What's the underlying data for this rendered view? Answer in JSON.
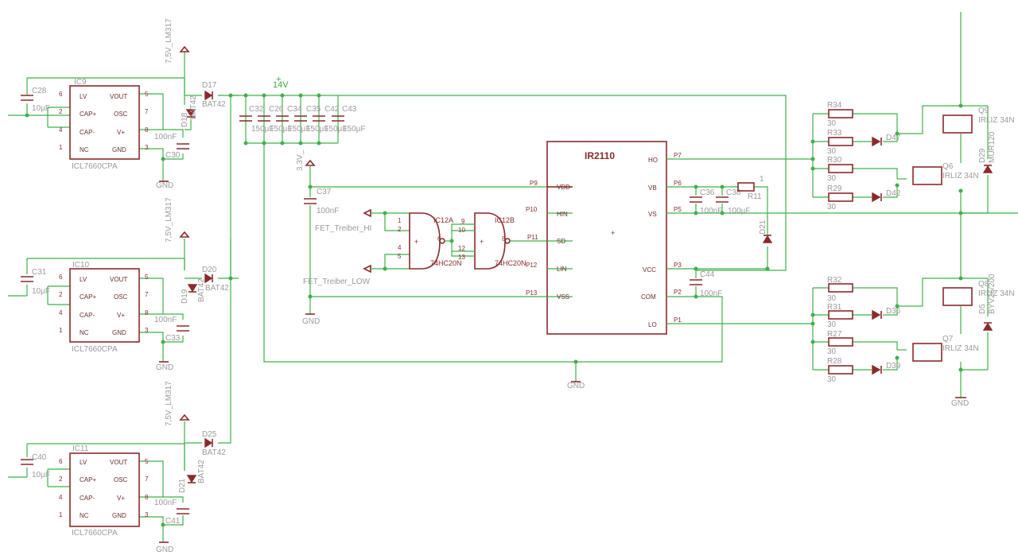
{
  "supply": {
    "v14": "14V",
    "v33": "3.3V_"
  },
  "charge_pumps": [
    {
      "ic": "IC9",
      "cap": "C28",
      "cap_val": "10µF",
      "diode_pair": "D18",
      "diode_out": "D17",
      "diode_model": "BAT42",
      "c_out": "100nF",
      "c_out_ref": "C30",
      "reg": "7,5V_LM317",
      "ic_model": "ICL7660CPA",
      "gnd": "GND"
    },
    {
      "ic": "IC10",
      "cap": "C31",
      "cap_val": "10µF",
      "diode_pair": "D19",
      "diode_out": "D20",
      "diode_model": "BAT42",
      "c_out": "100nF",
      "c_out_ref": "C33",
      "reg": "7,5V_LM317",
      "ic_model": "ICL7660CPA",
      "gnd": "GND"
    },
    {
      "ic": "IC11",
      "cap": "C40",
      "cap_val": "10µF",
      "diode_pair": "D21",
      "diode_out": "D25",
      "diode_model": "BAT42",
      "c_out": "100nF",
      "c_out_ref": "C41",
      "reg": "7,5V_LM317",
      "ic_model": "ICL7660CPA",
      "gnd": "GND"
    }
  ],
  "icl_pins": {
    "left": [
      {
        "n": "6",
        "l": "LV"
      },
      {
        "n": "2",
        "l": "CAP+"
      },
      {
        "n": "4",
        "l": "CAP-"
      },
      {
        "n": "1",
        "l": "NC"
      }
    ],
    "right": [
      {
        "n": "5",
        "l": "VOUT"
      },
      {
        "n": "7",
        "l": "OSC"
      },
      {
        "n": "8",
        "l": "V+"
      },
      {
        "n": "3",
        "l": "GND"
      }
    ]
  },
  "bulk_caps": {
    "refs": [
      "C32",
      "C26",
      "C34",
      "C35",
      "C42",
      "C43"
    ],
    "values": [
      "150µF",
      "150µF",
      "150µF",
      "150µF",
      "150µF",
      "150µF"
    ]
  },
  "c37": {
    "ref": "C37",
    "val": "100nF",
    "gnd": "GND"
  },
  "gates": {
    "a": "IC12A",
    "b": "IC12B",
    "model_a": "74HC20N",
    "model_b": "74HC20N",
    "hi": "FET_Treiber_HI",
    "low": "FET_Treiber_LOW",
    "pins_a": [
      "1",
      "2",
      "4",
      "5",
      "6"
    ],
    "pins_b": [
      "9",
      "10",
      "12",
      "13",
      "8"
    ]
  },
  "driver": {
    "name": "IR2110",
    "left": [
      {
        "p": "P9",
        "l": "VDD"
      },
      {
        "p": "P10",
        "l": "HIN"
      },
      {
        "p": "P11",
        "l": "SD"
      },
      {
        "p": "P12",
        "l": "LIN"
      },
      {
        "p": "P13",
        "l": "VSS"
      }
    ],
    "right": [
      {
        "p": "P7",
        "l": "HO"
      },
      {
        "p": "P6",
        "l": "VB"
      },
      {
        "p": "P5",
        "l": "VS"
      },
      {
        "p": "P3",
        "l": "VCC"
      },
      {
        "p": "P2",
        "l": "COM"
      },
      {
        "p": "P1",
        "l": "LO"
      }
    ],
    "gnd": "GND"
  },
  "boot": {
    "c36": "C36",
    "c36_val": "100nF",
    "c38": "C38",
    "c38_val": "100µF",
    "r11": "R11",
    "r11_val": "1",
    "d21": "D21",
    "c44": "C44",
    "c44_val": "100nF"
  },
  "high_side": {
    "resistors": [
      {
        "r": "R34",
        "v": "30"
      },
      {
        "r": "R33",
        "v": "30"
      },
      {
        "r": "R30",
        "v": "30"
      },
      {
        "r": "R29",
        "v": "30"
      }
    ],
    "diodes": [
      "D47",
      "D42"
    ],
    "fets": [
      {
        "q": "Q9",
        "m": "IRLIZ 34N"
      },
      {
        "q": "Q6",
        "m": "IRLIZ 34N"
      }
    ],
    "flyback": {
      "d": "D29",
      "m": "MUR120"
    }
  },
  "low_side": {
    "resistors": [
      {
        "r": "R32",
        "v": "30"
      },
      {
        "r": "R31",
        "v": "30"
      },
      {
        "r": "R27",
        "v": "30"
      },
      {
        "r": "R28",
        "v": "30"
      }
    ],
    "diodes": [
      "D36",
      "D39"
    ],
    "fets": [
      {
        "q": "Q8",
        "m": "IRLIZ 34N"
      },
      {
        "q": "Q7",
        "m": "IRLIZ 34N"
      }
    ],
    "flyback": {
      "d": "D5",
      "m": "BYV26/200"
    },
    "gnd": "GND"
  }
}
